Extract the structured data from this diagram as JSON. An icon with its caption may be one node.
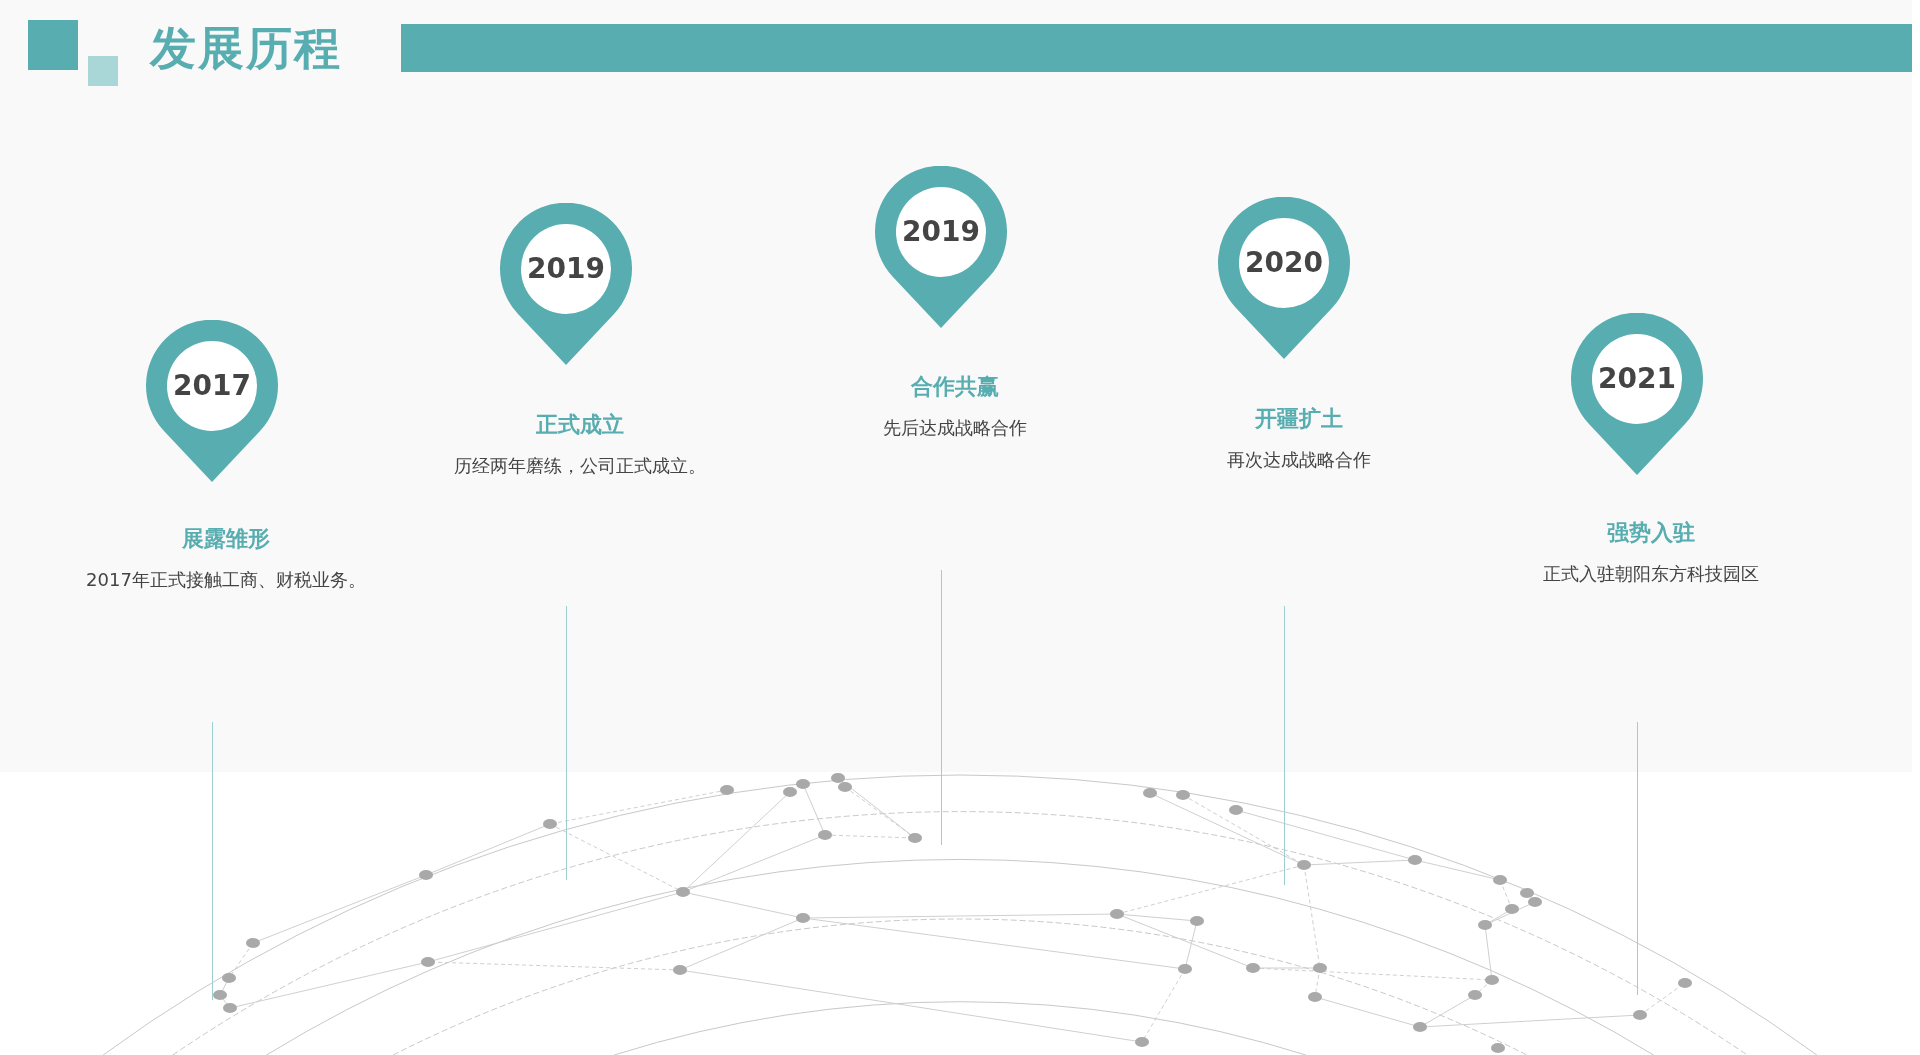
{
  "diagram": {
    "title": "发展历程",
    "nodes": [
      {
        "text": [
          "2017"
        ],
        "beside": [
          "展露雏形",
          "2017年正式接触工商、财税业务。"
        ]
      },
      {
        "text": [
          "2019"
        ],
        "beside": [
          "正式成立",
          "历经两年磨练，公司正式成立。"
        ]
      },
      {
        "text": [
          "2019"
        ],
        "beside": [
          "合作共赢",
          "先后达成战略合作"
        ]
      },
      {
        "text": [
          "2020"
        ],
        "beside": [
          "开疆扩土",
          "再次达成战略合作"
        ]
      },
      {
        "text": [
          "2021"
        ],
        "beside": [
          "强势入驻",
          "正式入驻朝阳东方科技园区"
        ]
      }
    ]
  }
}
